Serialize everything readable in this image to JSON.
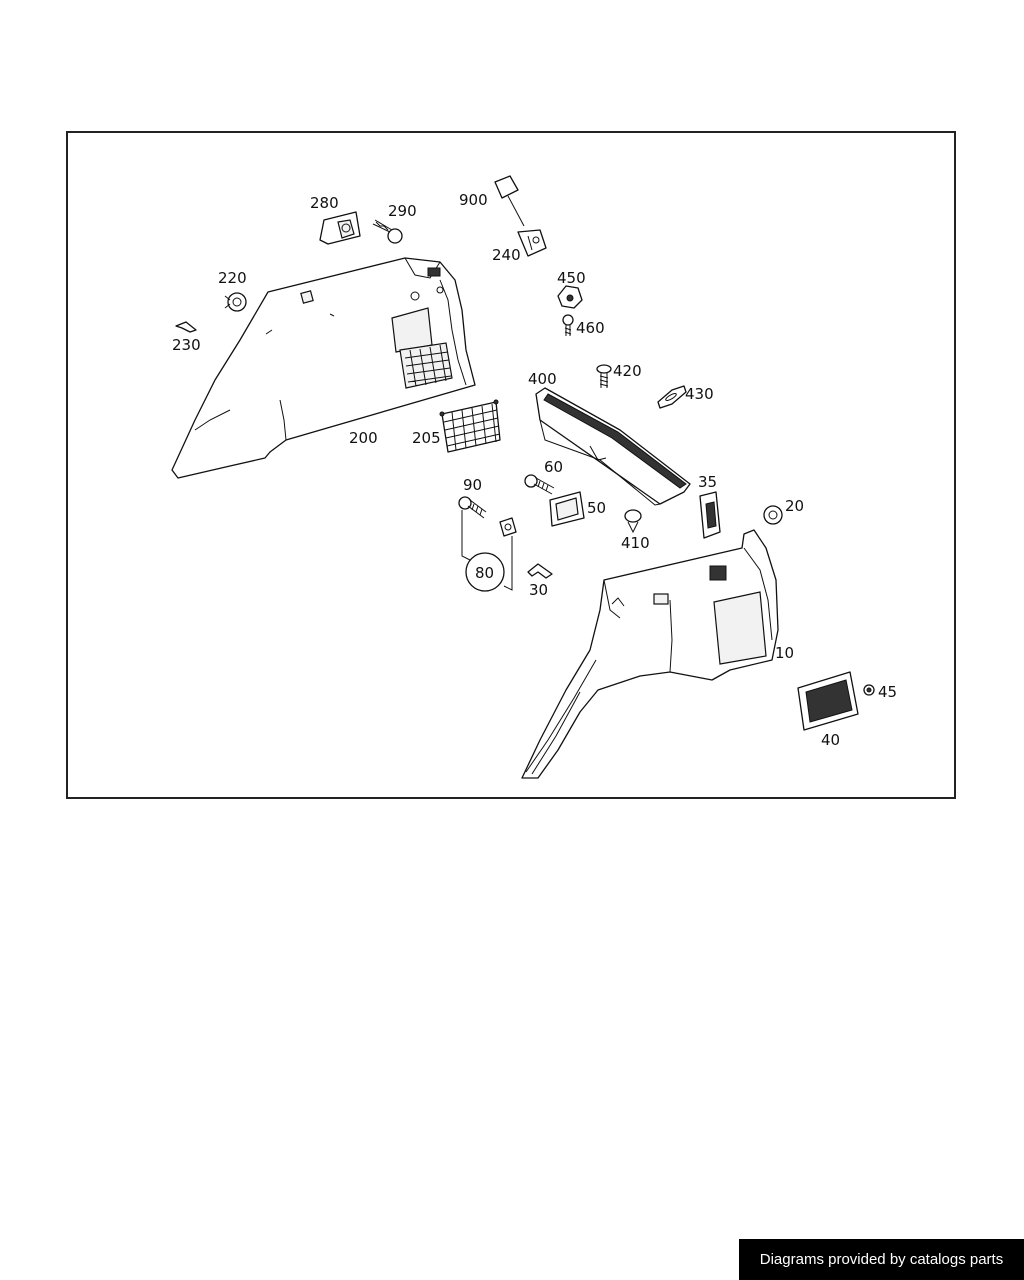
{
  "diagram": {
    "part_labels": {
      "p10": "10",
      "p20": "20",
      "p30": "30",
      "p35": "35",
      "p40": "40",
      "p45": "45",
      "p50": "50",
      "p60": "60",
      "p80": "80",
      "p90": "90",
      "p200": "200",
      "p205": "205",
      "p220": "220",
      "p230": "230",
      "p240": "240",
      "p280": "280",
      "p290": "290",
      "p400": "400",
      "p410": "410",
      "p420": "420",
      "p430": "430",
      "p450": "450",
      "p460": "460",
      "p900": "900"
    }
  },
  "footer": {
    "credit": "Diagrams provided by catalogs parts"
  }
}
